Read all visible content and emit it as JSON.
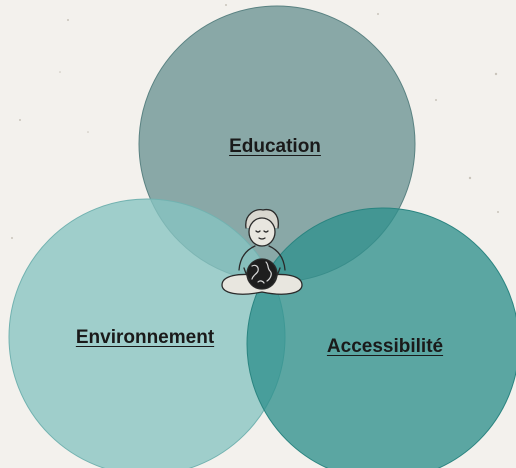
{
  "diagram": {
    "type": "venn",
    "sets": [
      {
        "id": "education",
        "label": "Education",
        "color": "#7fa1a1"
      },
      {
        "id": "environnement",
        "label": "Environnement",
        "color": "#8fc9c7"
      },
      {
        "id": "accessibilite",
        "label": "Accessibilité",
        "color": "#3f9c98"
      }
    ],
    "center_icon": "meditating-person-holding-globe-icon",
    "background_color": "#f3f1ed"
  }
}
